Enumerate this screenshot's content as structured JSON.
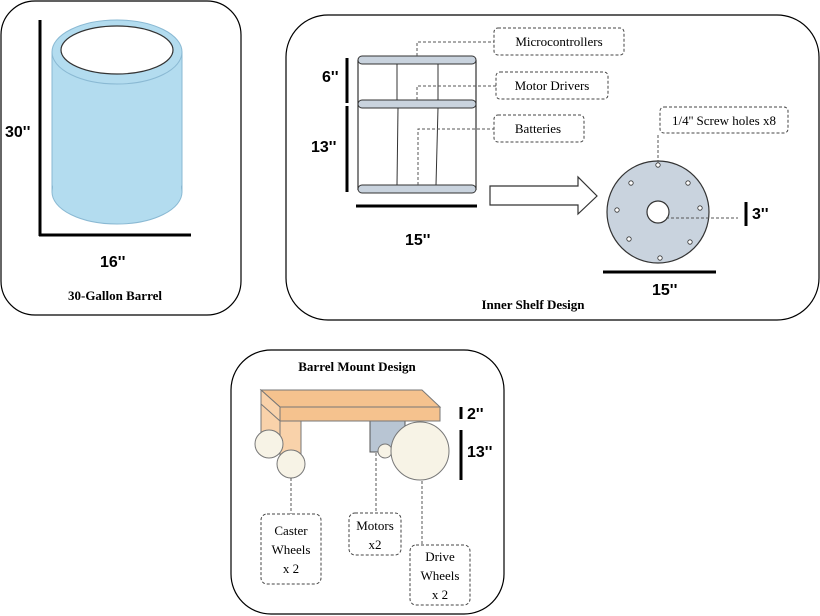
{
  "barrel_panel": {
    "caption": "30-Gallon Barrel",
    "height_label": "30''",
    "width_label": "16''",
    "colors": {
      "fill": "#b3dcef",
      "stroke": "#8ab9d3"
    }
  },
  "shelf_panel": {
    "caption": "Inner Shelf Design",
    "top_gap_label": "6''",
    "bottom_gap_label": "13''",
    "width_label": "15''",
    "callouts": {
      "microcontrollers": "Microcontrollers",
      "motor_drivers": "Motor Drivers",
      "batteries": "Batteries"
    },
    "disc": {
      "screw_label": "1/4'' Screw holes x8",
      "hole_label": "3''",
      "diameter_label": "15''",
      "color": "#c9d3de"
    }
  },
  "mount_panel": {
    "caption": "Barrel Mount Design",
    "plate_label": "2''",
    "height_label": "13''",
    "callouts": {
      "caster": [
        "Caster",
        "Wheels",
        "x 2"
      ],
      "motors": [
        "Motors",
        "x2"
      ],
      "drive": [
        "Drive",
        "Wheels",
        "x 2"
      ]
    },
    "colors": {
      "plate": "#f5c28e",
      "leg": "#f9d2aa",
      "motor": "#b8c5d3",
      "wheel": "#f7f3e6"
    }
  }
}
